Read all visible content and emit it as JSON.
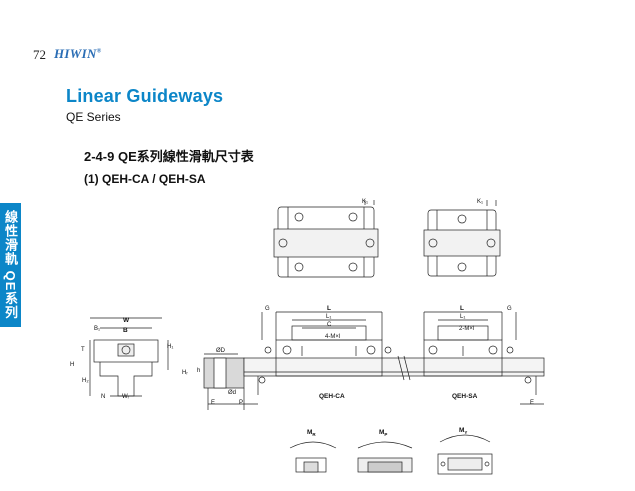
{
  "header": {
    "page_number": "72",
    "brand": "HIWIN",
    "brand_mark": "®"
  },
  "side_tab": {
    "text": "線性滑軌 QE系列"
  },
  "title": "Linear Guideways",
  "subtitle": "QE Series",
  "section_heading": "2-4-9 QE系列線性滑軌尺寸表",
  "subsection_heading": "(1) QEH-CA / QEH-SA",
  "drawing_labels": {
    "top_k_left": "K₁",
    "top_k_right": "K₁",
    "front_w": "W",
    "front_b1": "B₁",
    "front_b": "B",
    "front_t": "T",
    "front_h": "H",
    "front_h1": "H₁",
    "front_h2": "H₂",
    "front_n": "N",
    "front_wr": "Wᵣ",
    "front_hr": "Hᵣ",
    "rail_od": "ØD",
    "rail_h": "h",
    "rail_d": "Ød",
    "rail_e": "E",
    "rail_p": "P",
    "ca_g": "G",
    "ca_l": "L",
    "ca_l1": "L₁",
    "ca_c": "C",
    "ca_4mxl": "4-M×l",
    "ca_name": "QEH-CA",
    "sa_l": "L",
    "sa_g": "G",
    "sa_l1": "L₁",
    "sa_2mxl": "2-M×l",
    "sa_name": "QEH-SA",
    "sa_e": "E",
    "moment_r": "M",
    "moment_r_sub": "R",
    "moment_p": "M",
    "moment_p_sub": "P",
    "moment_y": "M",
    "moment_y_sub": "Y"
  }
}
